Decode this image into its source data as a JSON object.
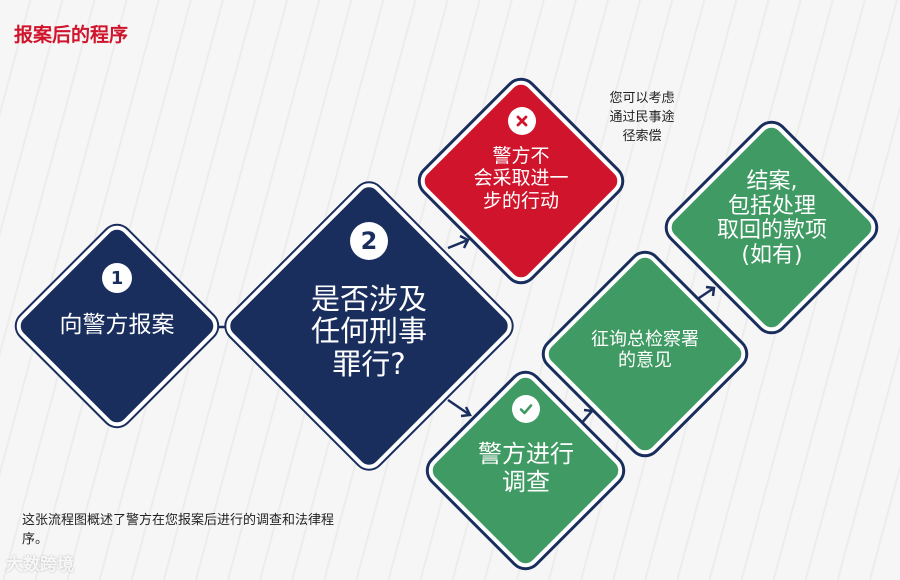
{
  "title": "报案后的程序",
  "steps": {
    "report": {
      "number": "1",
      "label": "向警方报案"
    },
    "question": {
      "number": "2",
      "label": "是否涉及\n任何刑事\n罪行?"
    },
    "no_action": {
      "label": "警方不\n会采取进一\n步的行动"
    },
    "investigate": {
      "label": "警方进行\n调查"
    },
    "consult": {
      "label": "征询总检察署\n的意见"
    },
    "close": {
      "label": "结案,\n包括处理\n取回的款项\n(如有)"
    }
  },
  "note": "您可以考虑\n通过民事途\n径索偿",
  "caption": "这张流程图概述了警方在您报案后进行的调查和法律程序。",
  "watermark": "大数跨境",
  "colors": {
    "navy": "#1a2e5e",
    "red": "#d0142c",
    "green": "#3f9a63",
    "title": "#d0142c"
  }
}
